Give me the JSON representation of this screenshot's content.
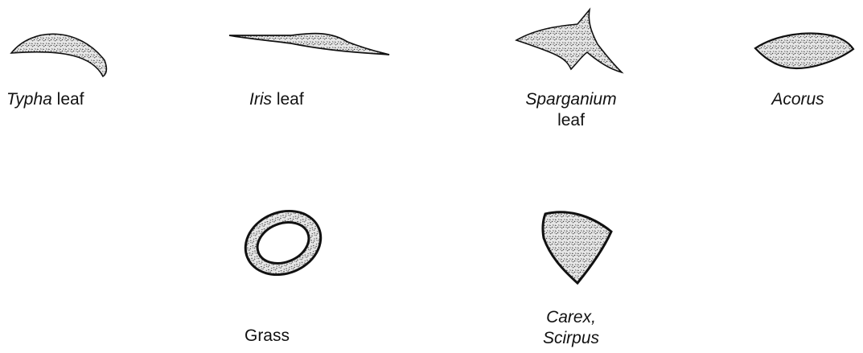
{
  "specimens": [
    {
      "genus": "Typha",
      "suffix": " leaf",
      "icon": "crescent-section-icon"
    },
    {
      "genus": "Iris",
      "suffix": " leaf",
      "icon": "flat-lens-section-icon"
    },
    {
      "genus": "Sparganium",
      "suffix": "leaf",
      "icon": "keeled-section-icon"
    },
    {
      "genus": "Acorus",
      "suffix": "",
      "icon": "lens-section-icon"
    },
    {
      "genus": "",
      "suffix": "Grass",
      "icon": "hollow-ring-section-icon"
    },
    {
      "genus_line1": "Carex,",
      "genus_line2": "Scirpus",
      "icon": "triangular-section-icon"
    }
  ]
}
